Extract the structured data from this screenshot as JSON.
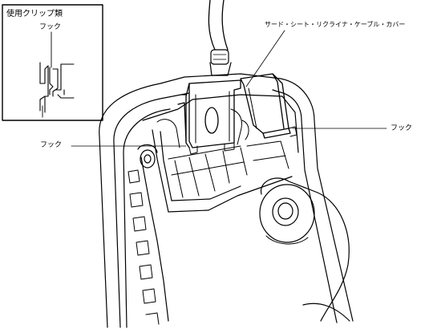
{
  "legend": {
    "title": "使用クリップ類",
    "hook_label": "フック"
  },
  "callouts": {
    "cable_cover": "サード・シート・リクライナ・ケーブル・カバー",
    "hook_right": "フック",
    "hook_left": "フック"
  }
}
